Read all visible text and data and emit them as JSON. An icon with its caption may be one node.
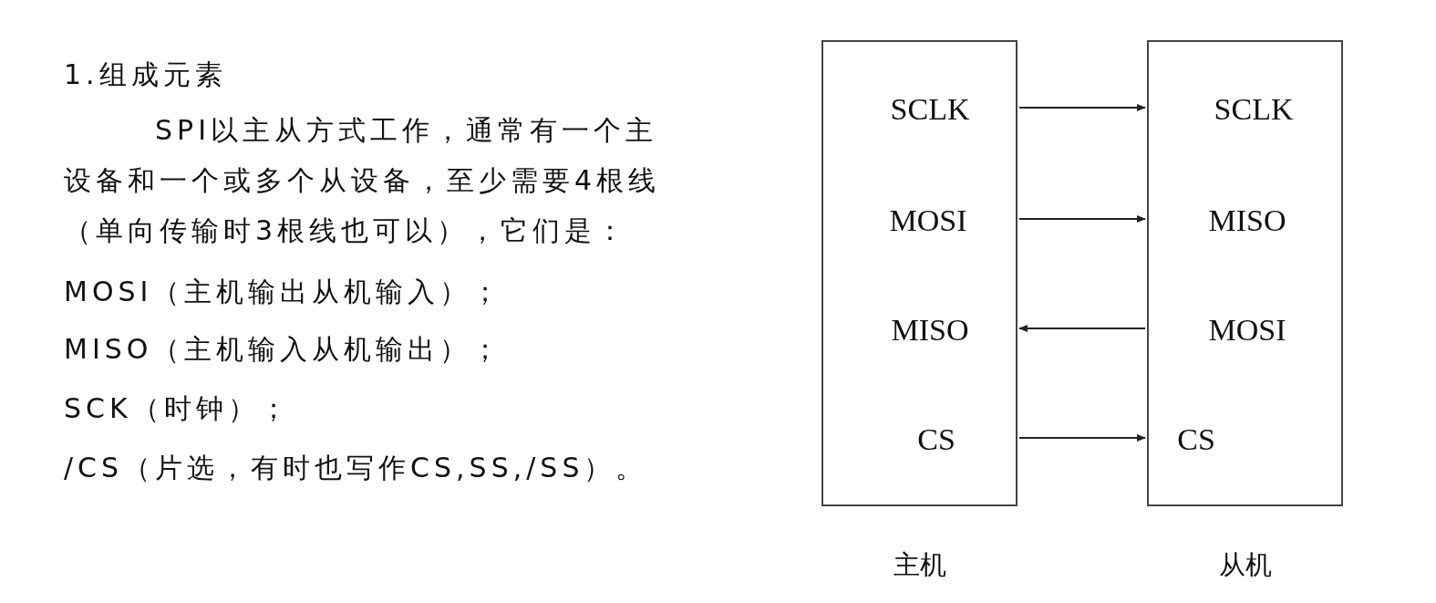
{
  "diagram": {
    "nodes": [
      {
        "text": [],
        "shape": "box",
        "beside": [
          "主机"
        ]
      },
      {
        "text": [
          "SCLK"
        ],
        "in": 0
      },
      {
        "text": [
          "MOSI"
        ],
        "in": 0
      },
      {
        "text": [
          "MISO"
        ],
        "in": 0
      },
      {
        "text": [
          "CS"
        ],
        "in": 0
      },
      {
        "text": [],
        "shape": "box",
        "beside": [
          "从机"
        ]
      },
      {
        "text": [
          "SCLK"
        ],
        "in": 5
      },
      {
        "text": [
          "MISO"
        ],
        "in": 5
      },
      {
        "text": [
          "MOSI"
        ],
        "in": 5
      },
      {
        "text": [
          "CS"
        ],
        "in": 5
      }
    ],
    "edges": [
      {
        "from": 1,
        "to": 6,
        "arrow": "to"
      },
      {
        "from": 2,
        "to": 7,
        "arrow": "to"
      },
      {
        "from": 8,
        "to": 3,
        "arrow": "to"
      },
      {
        "from": 4,
        "to": 9,
        "arrow": "to"
      }
    ],
    "labels": [
      "1.组成元素",
      "SPI以主从方式工作，通常有一个主设备和一个或多个从设备，至少需要4根线（单向传输时3根线也可以），它们是：",
      "MOSI（主机输出从机输入）；",
      "MISO（主机输入从机输出）；",
      "SCK（时钟）；",
      "/CS（片选，有时也写作CS,SS,/SS）。"
    ]
  }
}
